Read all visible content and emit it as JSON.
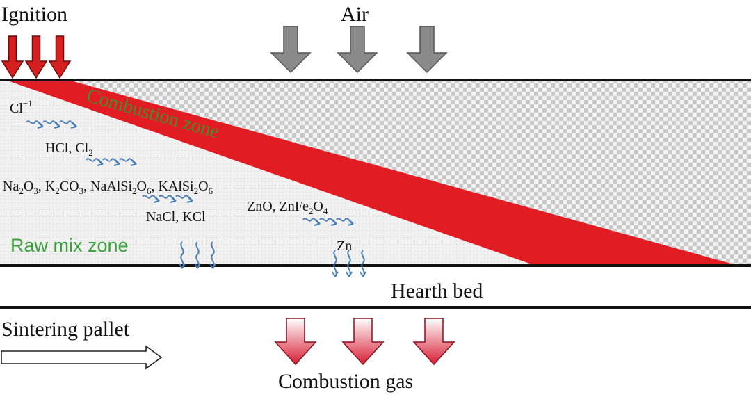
{
  "labels": {
    "ignition": "Ignition",
    "air": "Air",
    "combustion_zone": "Combustion zone",
    "raw_mix_zone": "Raw mix zone",
    "hearth_bed": "Hearth bed",
    "sintering_pallet": "Sintering pallet",
    "combustion_gas": "Combustion gas"
  },
  "species": {
    "chlorine_ion": {
      "base": "Cl",
      "sup": "−1"
    },
    "hcl": "HCl, Cl",
    "hcl_sub": "2",
    "minerals": [
      {
        "text": "Na",
        "sub": "2"
      },
      {
        "text": "O",
        "sub": "3"
      },
      {
        "text": ", K",
        "sub": "2"
      },
      {
        "text": "CO",
        "sub": "3"
      },
      {
        "text": ", NaAlSi",
        "sub": "2"
      },
      {
        "text": "O",
        "sub": "6"
      },
      {
        "text": ", KAlSi",
        "sub": "2"
      },
      {
        "text": "O",
        "sub": "6"
      }
    ],
    "nacl_kcl": "NaCl, KCl",
    "zno_text_1": "ZnO, ZnFe",
    "zno_sub_1": "2",
    "zno_text_2": "O",
    "zno_sub_2": "4",
    "zn": "Zn"
  },
  "colors": {
    "ignition_arrow": "#d42020",
    "air_arrow": "#8a8a8a",
    "combustion_band": "#e11d23",
    "combustion_text": "#4a8a2a",
    "raw_mix_text": "#3aa13a",
    "wavy_arrows": "#4a7fb5",
    "gas_arrow_top": "#ffffff",
    "gas_arrow_bottom": "#d81e34"
  }
}
